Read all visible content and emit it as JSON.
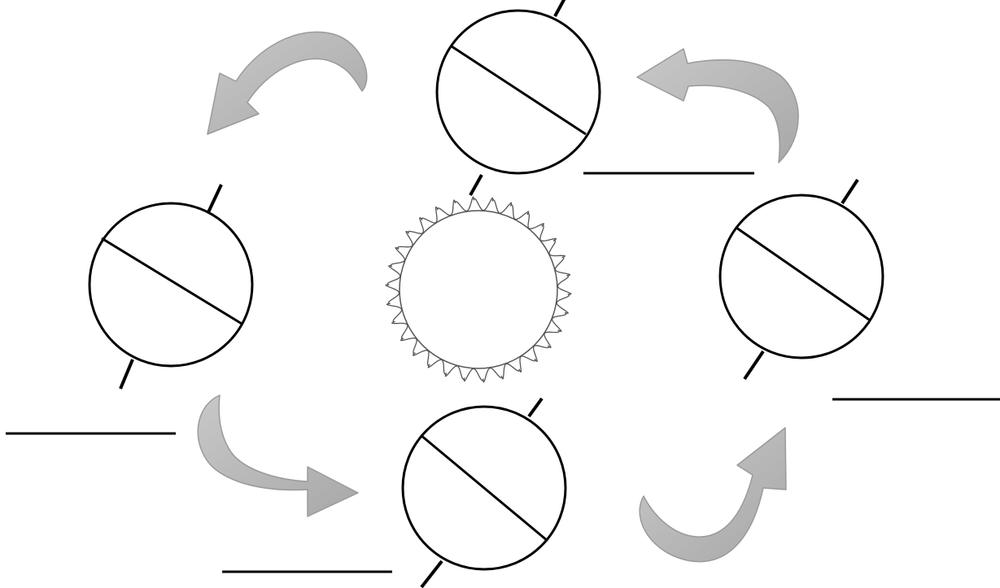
{
  "diagram": {
    "title": "",
    "central_body": "sun",
    "orbit_positions": [
      "top",
      "right",
      "bottom",
      "left"
    ],
    "orbit_direction": "counterclockwise",
    "blank_label_lines": [
      "top",
      "right",
      "bottom",
      "left"
    ],
    "colors": {
      "background": "#ffffff",
      "outline": "#000000",
      "arrow_fill": "#b4b4b4",
      "arrow_stroke": "#9a9a9a",
      "sun_stroke": "#555555"
    }
  }
}
